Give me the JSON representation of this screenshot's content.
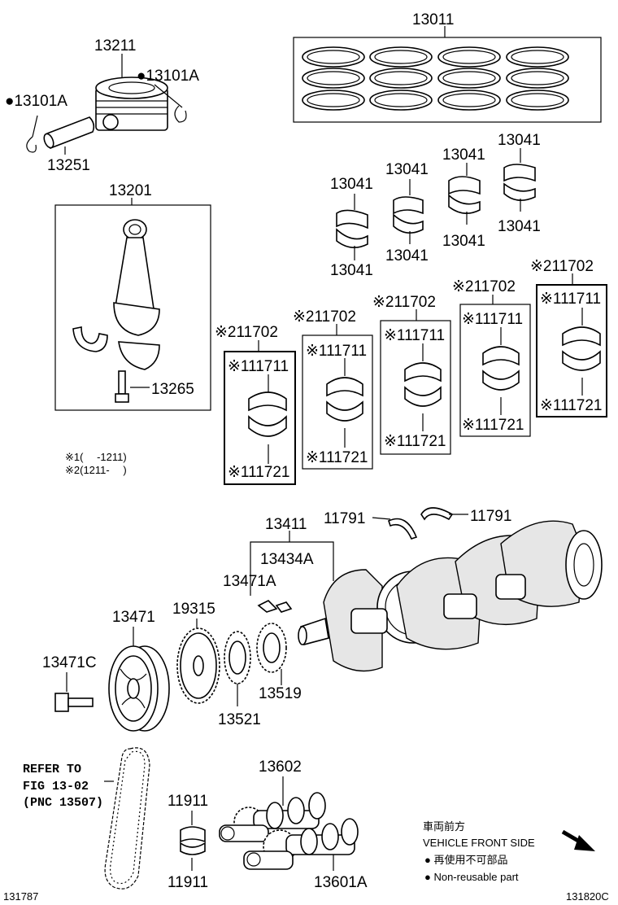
{
  "labels": {
    "p13011": "13011",
    "p13211": "13211",
    "p13101A_left": "●13101A",
    "p13101A_right": "●13101A",
    "p13251": "13251",
    "p13201": "13201",
    "p13265": "13265",
    "p13041_a": "13041",
    "p13041_b": "13041",
    "p13041_c": "13041",
    "p13041_d": "13041",
    "p13041_e": "13041",
    "p13041_f": "13041",
    "p13041_g": "13041",
    "p13041_h": "13041",
    "set1_702": "※211702",
    "set1_711": "※111711",
    "set1_721": "※111721",
    "set2_702": "※211702",
    "set2_711": "※111711",
    "set2_721": "※111721",
    "set3_702": "※211702",
    "set3_711": "※111711",
    "set3_721": "※111721",
    "set4_702": "※211702",
    "set4_711": "※111711",
    "set4_721": "※111721",
    "set5_702": "※211702",
    "set5_711": "※111711",
    "set5_721": "※111721",
    "note1": "※1(　 -1211)",
    "note2": "※2(1211-　 )",
    "p13411": "13411",
    "p11791_left": "11791",
    "p11791_right": "11791",
    "p13434A": "13434A",
    "p13471A": "13471A",
    "p13471": "13471",
    "p19315": "19315",
    "p13471C": "13471C",
    "p13521": "13521",
    "p13519": "13519",
    "refer1": "REFER TO",
    "refer2": "FIG 13-02",
    "refer3": "(PNC 13507)",
    "p13602": "13602",
    "p11911_top": "11911",
    "p11911_bot": "11911",
    "p13601A": "13601A",
    "legend_jp_front": "車両前方",
    "legend_front": "VEHICLE FRONT SIDE",
    "legend_jp_nonreuse": "● 再使用不可部品",
    "legend_nonreuse": "● Non-reusable part",
    "code_left": "131787",
    "code_right": "131820C"
  }
}
